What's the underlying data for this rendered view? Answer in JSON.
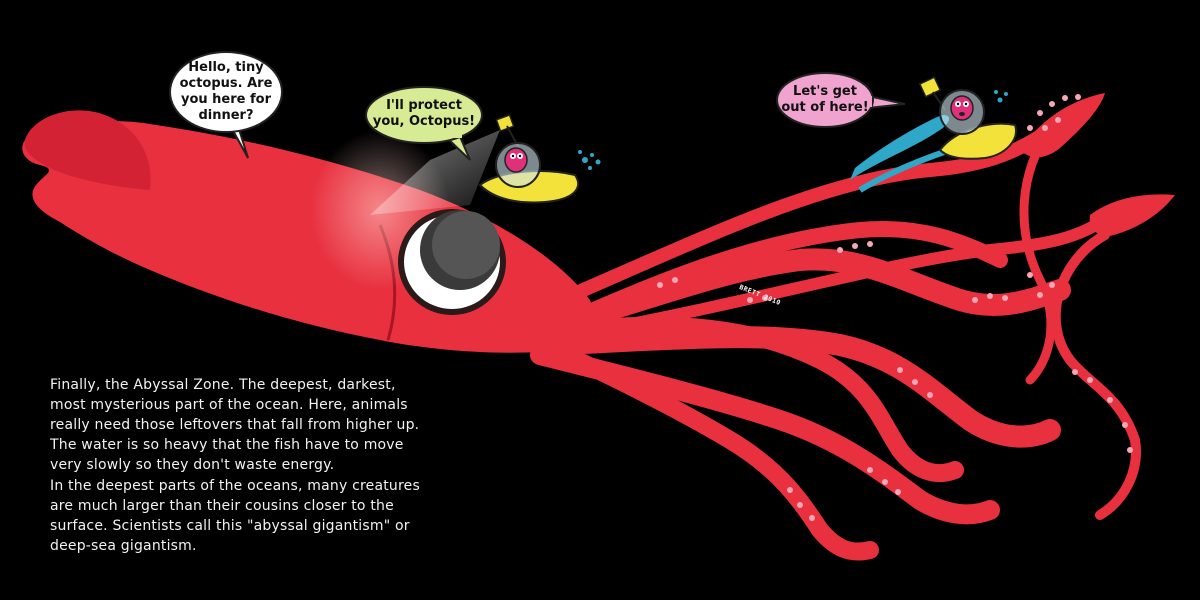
{
  "page": {
    "background": "#000000",
    "squid_color": "#e8303f",
    "sub_color": "#f2e23a",
    "octopus_color": "#e0307a"
  },
  "speech_bubbles": [
    {
      "id": "squid",
      "text": "Hello, tiny octopus. Are you here for dinner?",
      "lines": [
        "Hello, tiny",
        "octopus. Are",
        "you here for",
        "dinner?"
      ],
      "color": "#ffffff"
    },
    {
      "id": "protector",
      "text": "I'll protect you, Octopus!",
      "lines": [
        "I'll protect",
        "you, Octopus!"
      ],
      "color": "#d6eb94"
    },
    {
      "id": "octopus",
      "text": "Let's get out of here!",
      "lines": [
        "Let's get",
        "out of here!"
      ],
      "color": "#f0a3cf"
    }
  ],
  "story": {
    "paragraph1": "Finally, the Abyssal Zone. The deepest, darkest, most mysterious part of the ocean. Here, animals really need those leftovers that fall from higher up. The water is so heavy that the fish have to move very slowly so they don't waste energy.",
    "paragraph2": "In the deepest parts of the oceans, many creatures are much larger than their cousins closer to the surface. Scientists call this \"abyssal gigantism\" or deep-sea gigantism."
  },
  "illustration": {
    "icons": [
      "giant-squid-icon",
      "submarine-icon",
      "octopus-icon",
      "camera-icon",
      "bubbles-icon"
    ]
  }
}
